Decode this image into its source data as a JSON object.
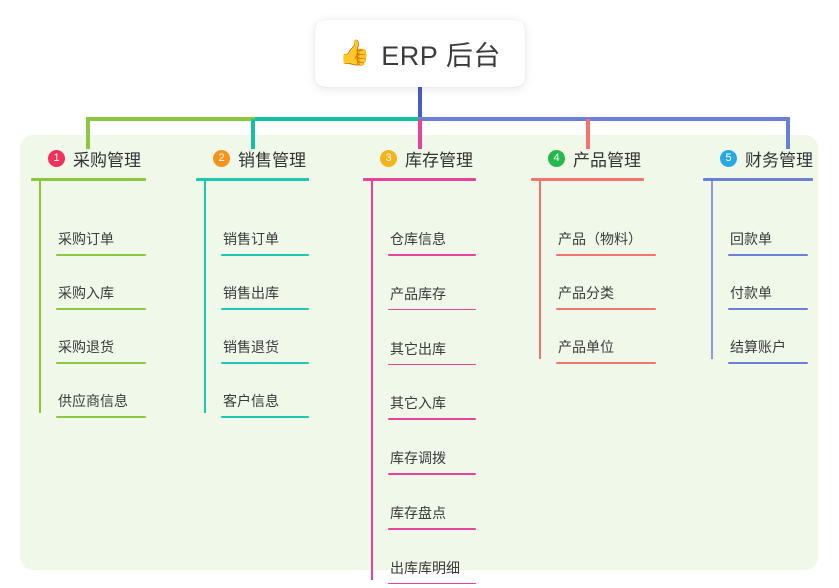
{
  "root": {
    "icon": "thumbs-up-emoji",
    "emoji": "👍",
    "title": "ERP 后台"
  },
  "palette": {
    "panel_bg": "#f0f8ea",
    "page_bg": "#ffffff",
    "stem_blue": "#4a5bc2",
    "green": "#7cb342",
    "teal": "#14c0a5",
    "pink": "#e8439a",
    "red": "#f4736f",
    "blue": "#6b7fd7"
  },
  "columns": [
    {
      "index": "1",
      "badge_color": "#f0325c",
      "rule_color": "#8dc63f",
      "spine_color": "#8dc63f",
      "title": "采购管理",
      "items": [
        {
          "label": "采购订单"
        },
        {
          "label": "采购入库"
        },
        {
          "label": "采购退货"
        },
        {
          "label": "供应商信息"
        }
      ]
    },
    {
      "index": "2",
      "badge_color": "#f7941e",
      "rule_color": "#1ec8b0",
      "spine_color": "#1ec8b0",
      "title": "销售管理",
      "items": [
        {
          "label": "销售订单"
        },
        {
          "label": "销售出库"
        },
        {
          "label": "销售退货"
        },
        {
          "label": "客户信息"
        }
      ]
    },
    {
      "index": "3",
      "badge_color": "#f5b31c",
      "rule_color": "#e8439a",
      "spine_color": "#e8439a",
      "title": "库存管理",
      "items": [
        {
          "label": "仓库信息"
        },
        {
          "label": "产品库存"
        },
        {
          "label": "其它出库"
        },
        {
          "label": "其它入库"
        },
        {
          "label": "库存调拨"
        },
        {
          "label": "库存盘点"
        },
        {
          "label": "出库库明细"
        }
      ]
    },
    {
      "index": "4",
      "badge_color": "#25b84c",
      "rule_color": "#f4736f",
      "spine_color": "#f4736f",
      "title": "产品管理",
      "items": [
        {
          "label": "产品（物料）"
        },
        {
          "label": "产品分类"
        },
        {
          "label": "产品单位"
        }
      ]
    },
    {
      "index": "5",
      "badge_color": "#29a9e1",
      "rule_color": "#6b7fd7",
      "spine_color": "#8b9ae0",
      "title": "财务管理",
      "items": [
        {
          "label": "回款单"
        },
        {
          "label": "付款单"
        },
        {
          "label": "结算账户"
        }
      ]
    }
  ]
}
